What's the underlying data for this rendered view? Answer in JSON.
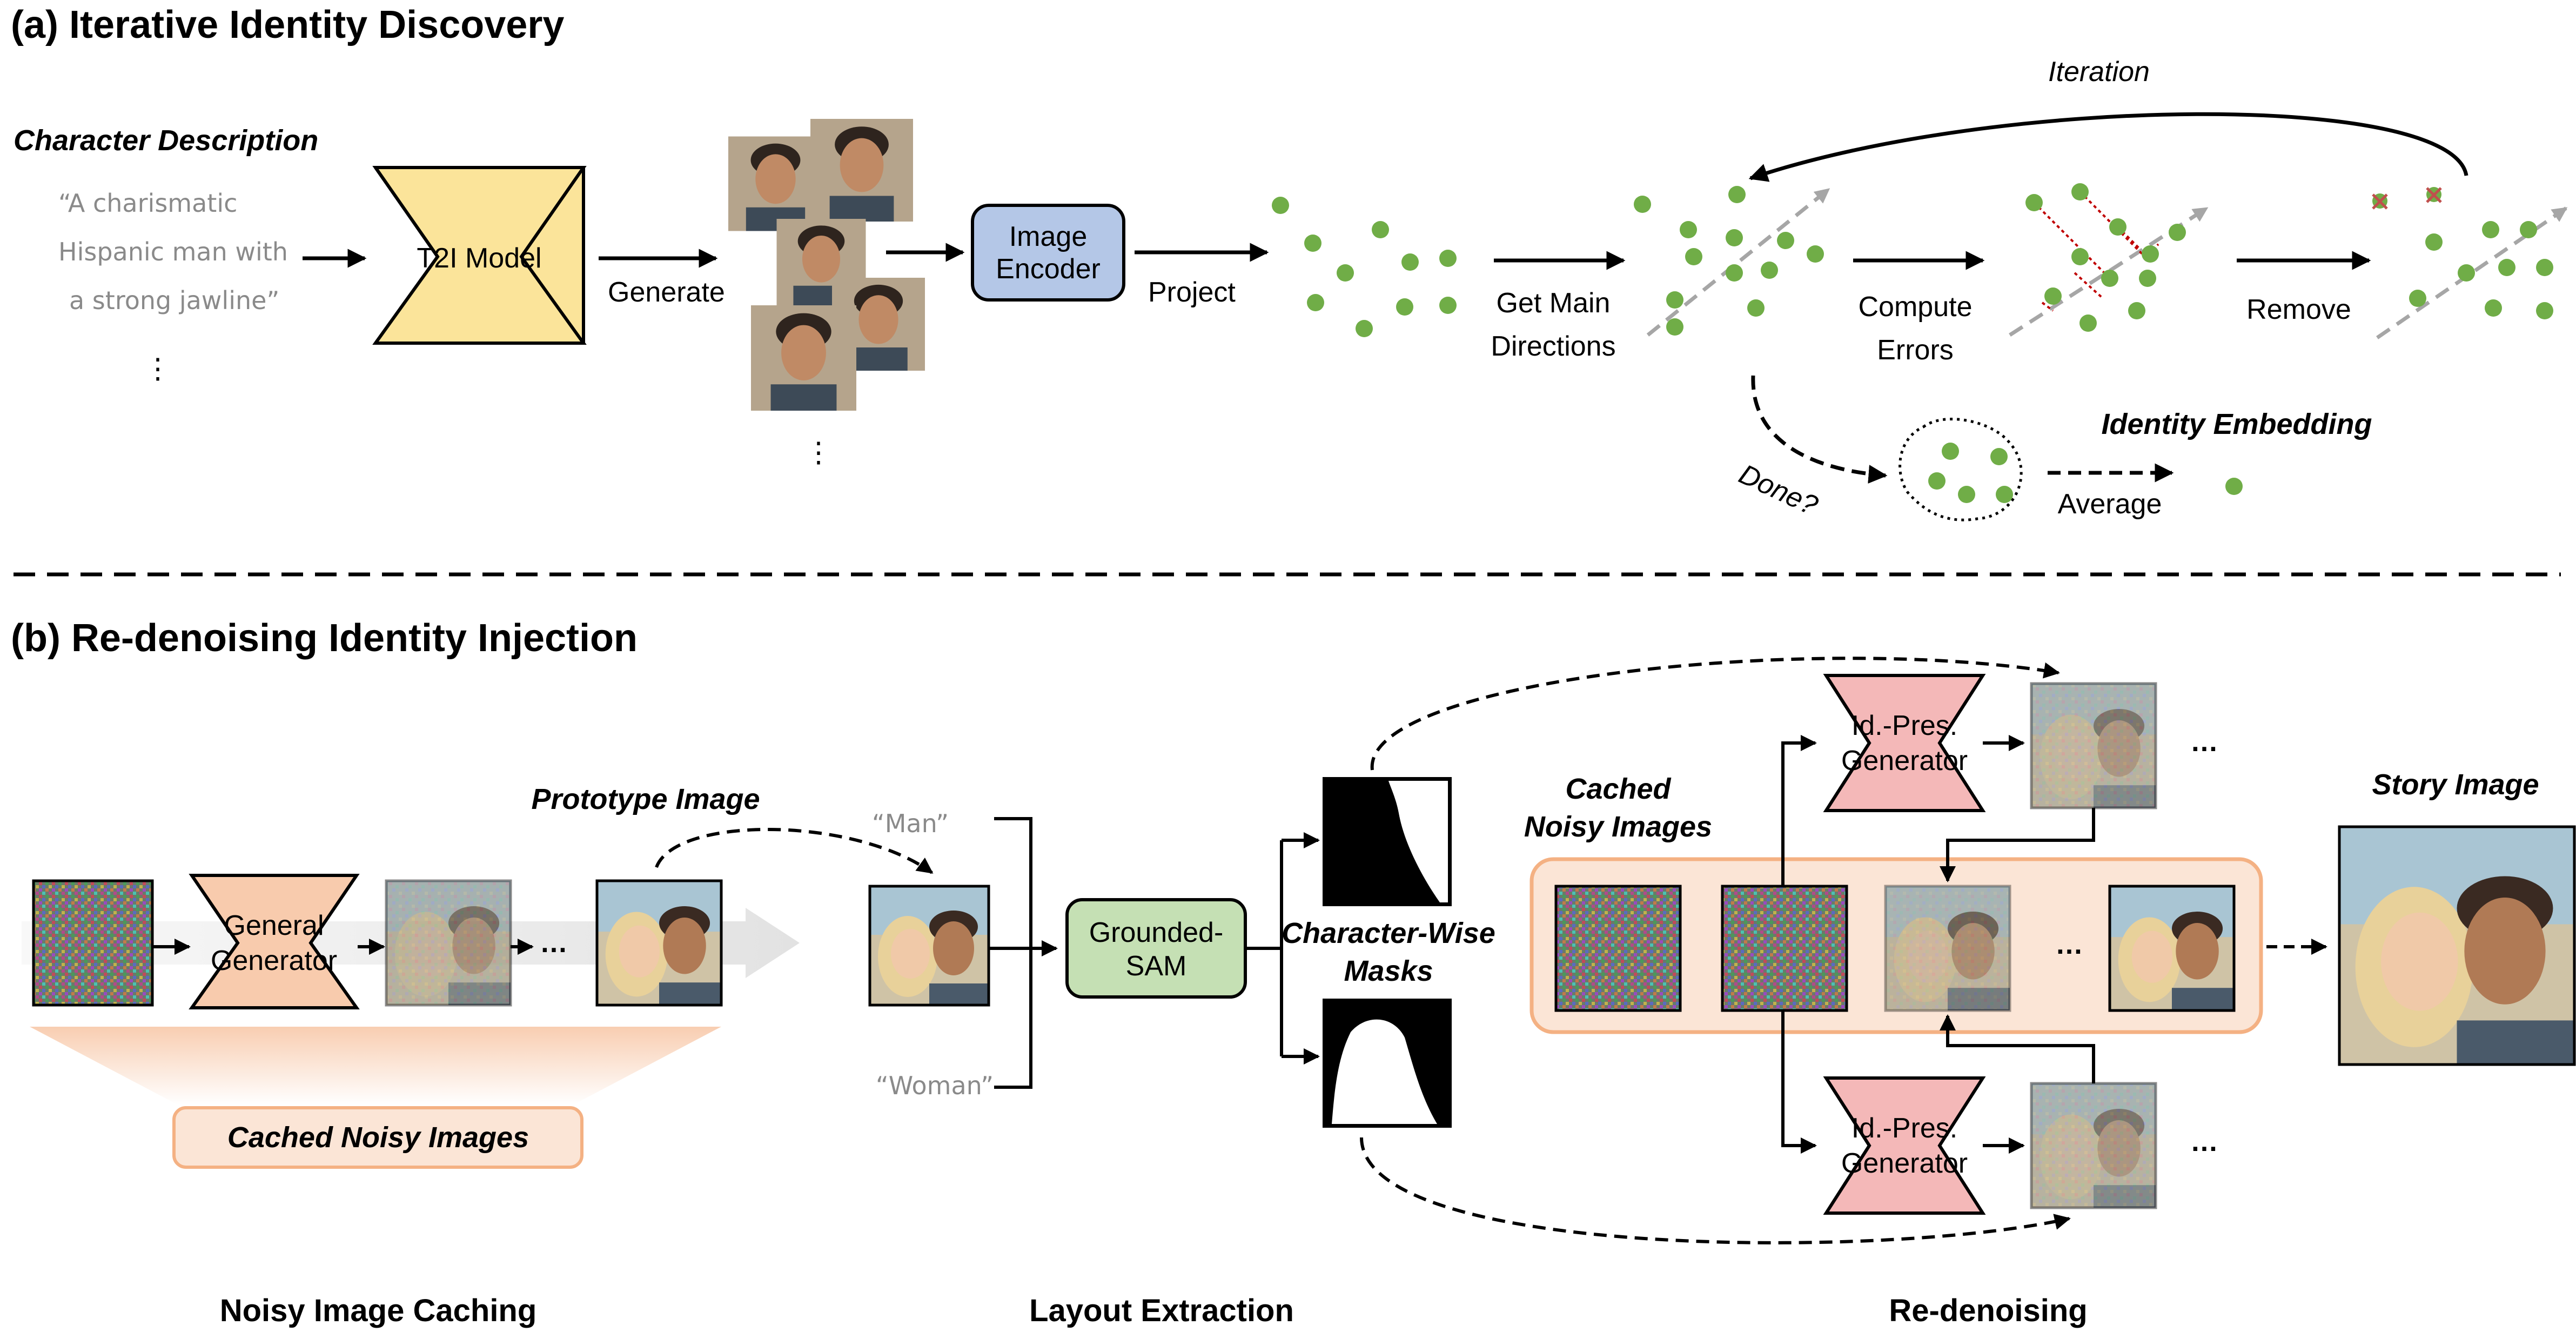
{
  "section_a": {
    "title": "(a) Iterative Identity Discovery",
    "character_description": "Character Description",
    "prompt_lines": [
      "“A charismatic",
      "Hispanic man with",
      "a strong jawline”"
    ],
    "ellipsis": "⋮",
    "t2i_model": "T2I Model",
    "generate": "Generate",
    "image_encoder": [
      "Image",
      "Encoder"
    ],
    "project": "Project",
    "get_main_directions": [
      "Get Main",
      "Directions"
    ],
    "compute_errors": [
      "Compute",
      "Errors"
    ],
    "remove": "Remove",
    "iteration": "Iteration",
    "done": "Done?",
    "average": "Average",
    "identity_embedding": "Identity Embedding"
  },
  "section_b": {
    "title": "(b) Re-denoising Identity Injection",
    "general_generator": [
      "General",
      "Generator"
    ],
    "prototype_image": "Prototype Image",
    "cached_noisy_images": "Cached Noisy Images",
    "cached_noisy_images_top": [
      "Cached",
      "Noisy Images"
    ],
    "man_prompt": "“Man”",
    "woman_prompt": "“Woman”",
    "grounded_sam": [
      "Grounded-",
      "SAM"
    ],
    "character_wise_masks": [
      "Character-Wise",
      "Masks"
    ],
    "id_pres_generator": [
      "Id.-Pres.",
      "Generator"
    ],
    "story_image": "Story Image",
    "dots": "…"
  },
  "footer": {
    "noisy_image_caching": "Noisy Image Caching",
    "layout_extraction": "Layout Extraction",
    "re_denoising": "Re-denoising"
  },
  "colors": {
    "t2i_fill": "#FBE49A",
    "encoder_fill": "#B4C7E7",
    "general_gen_fill": "#F8CBAD",
    "sam_fill": "#C5E0B4",
    "idpres_fill": "#F4B8B8",
    "cache_fill": "#FBE5D6",
    "cache_stroke": "#F4B183",
    "dot_green": "#70AD47",
    "error_red": "#C00000",
    "direction_gray": "#A6A6A6"
  }
}
